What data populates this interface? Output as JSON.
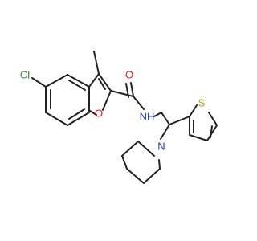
{
  "colors": {
    "bond": "#222222",
    "chlorine": "#2e8b2e",
    "oxygen": "#e0201a",
    "nitrogen": "#1a3fd6",
    "sulfur": "#b8a000"
  },
  "atoms": {
    "cl": "Cl",
    "o_carbonyl": "O",
    "o_furan": "O",
    "nh": "NH",
    "n_piperidine": "N",
    "s_thiophene": "S"
  }
}
